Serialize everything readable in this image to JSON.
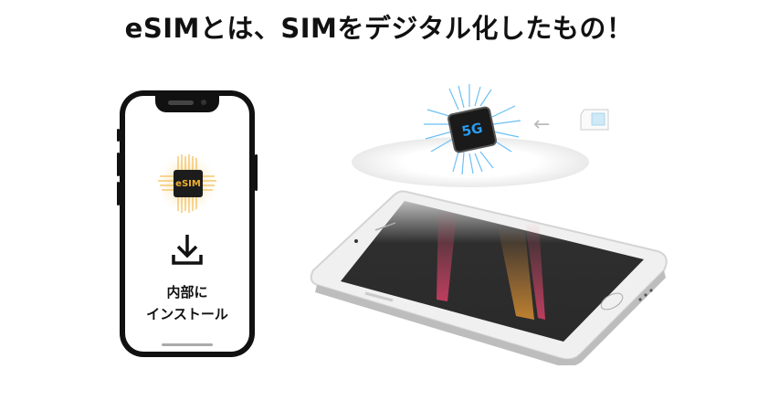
{
  "title": "eSIMとは、SIMをデジタル化したもの！",
  "left_phone": {
    "chip_label": "eSIM",
    "install_line1": "内部に",
    "install_line2": "インストール",
    "icon": "download-icon"
  },
  "right_illustration": {
    "chip_label": "5G",
    "arrow_icon": "arrow-left-icon",
    "sim_icon": "sim-card-icon"
  },
  "colors": {
    "esim_chip_accent": "#f0b030",
    "fiveg_chip_accent": "#2a9cf0",
    "text": "#111111"
  }
}
